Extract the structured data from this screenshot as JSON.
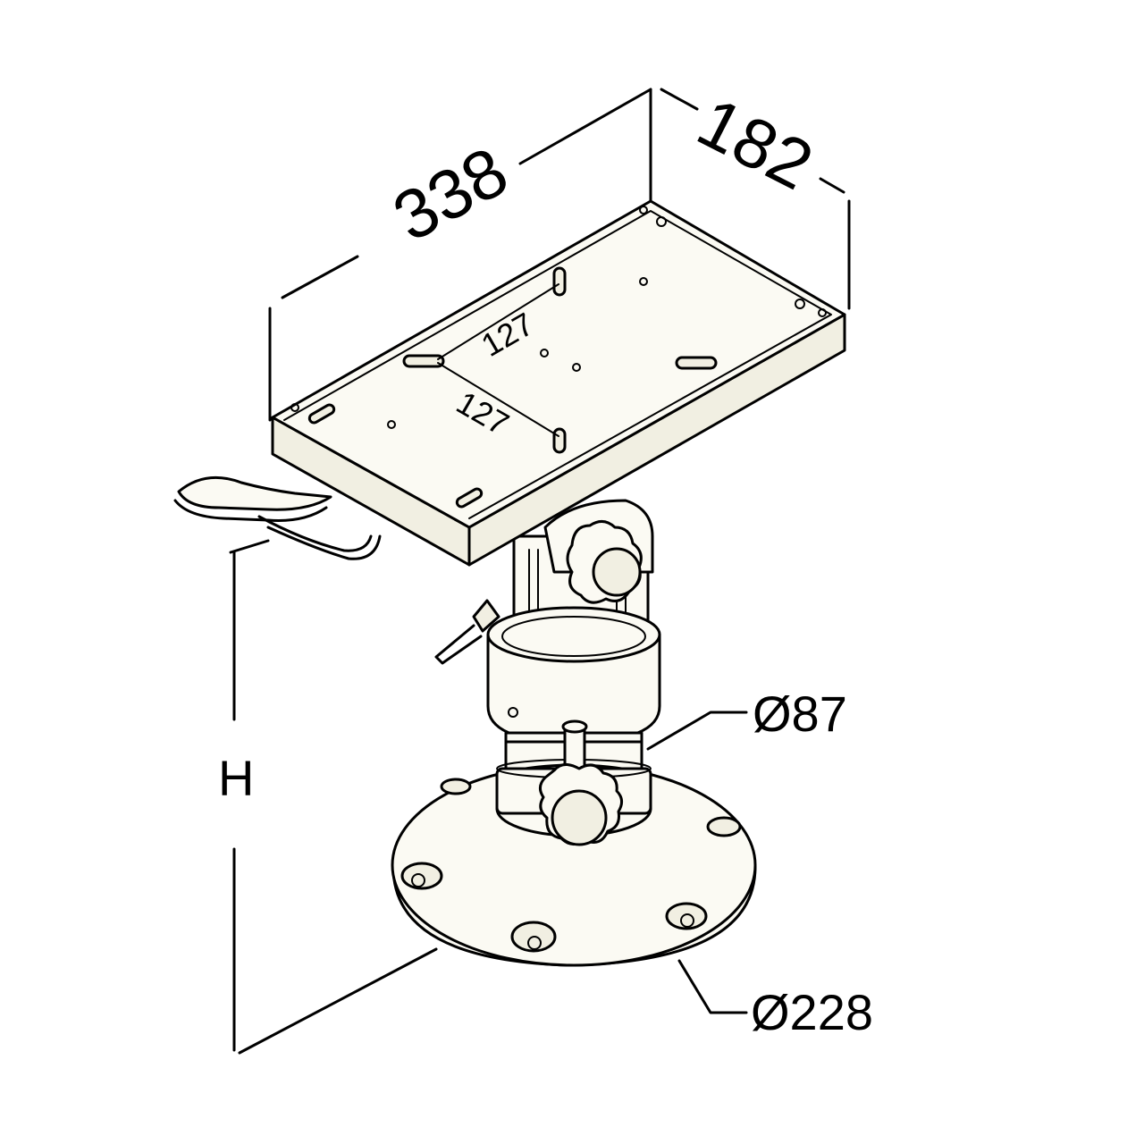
{
  "dimensions": {
    "width": "338",
    "depth": "182",
    "bolt_spacing_a": "127",
    "bolt_spacing_b": "127",
    "height": "H",
    "column_diameter": "Ø87",
    "base_diameter": "Ø228"
  },
  "colors": {
    "line": "#000000",
    "fill": "#fbfaf3",
    "background": "#ffffff"
  }
}
